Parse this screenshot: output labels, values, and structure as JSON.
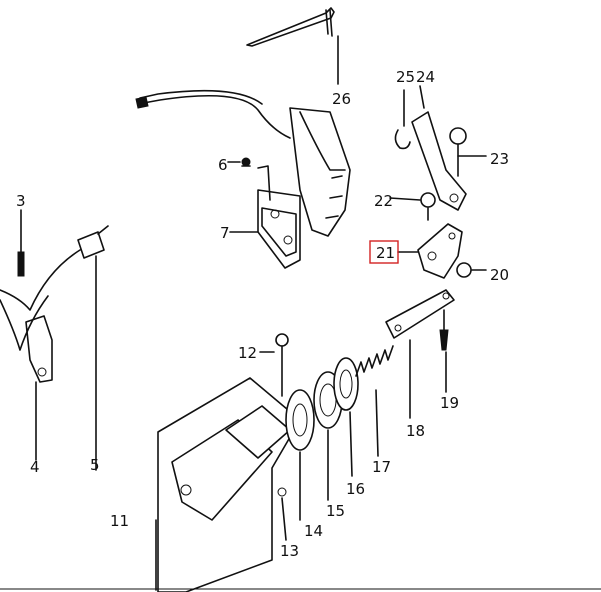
{
  "labels": {
    "p3": "3",
    "p4": "4",
    "p5": "5",
    "p6": "6",
    "p7": "7",
    "p11": "11",
    "p12": "12",
    "p13": "13",
    "p14": "14",
    "p15": "15",
    "p16": "16",
    "p17": "17",
    "p18": "18",
    "p19": "19",
    "p20": "20",
    "p21": "21",
    "p22": "22",
    "p23": "23",
    "p24": "24",
    "p25": "25",
    "p26": "26"
  },
  "highlight": {
    "label": "21",
    "color": "#d22222"
  },
  "colors": {
    "line": "#111111",
    "background": "#ffffff"
  }
}
